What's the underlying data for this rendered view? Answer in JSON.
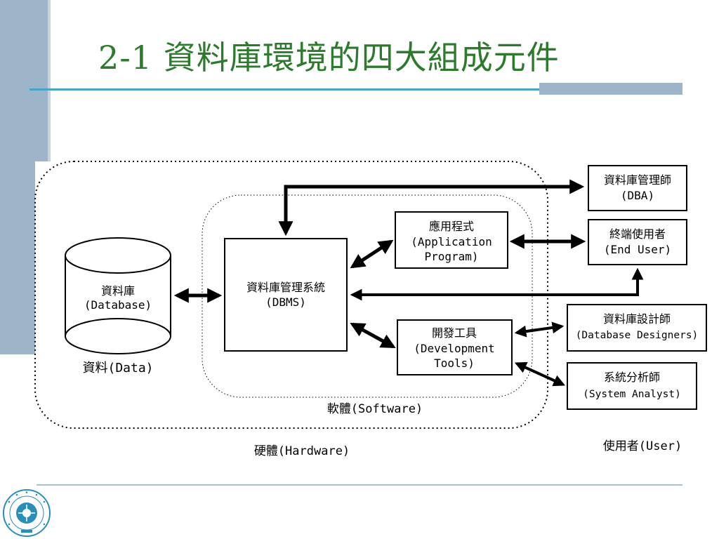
{
  "title": "2-1 資料庫環境的四大組成元件",
  "diagram": {
    "database": {
      "label_zh": "資料庫",
      "label_en": "(Database)",
      "caption": "資料(Data)"
    },
    "dbms": {
      "label_zh": "資料庫管理系統",
      "label_en": "(DBMS)"
    },
    "application": {
      "label_zh": "應用程式",
      "label_en_1": "(Application",
      "label_en_2": "Program)"
    },
    "devtools": {
      "label_zh": "開發工具",
      "label_en_1": "(Development",
      "label_en_2": "Tools)"
    },
    "software_label": "軟體(Software)",
    "hardware_label": "硬體(Hardware)",
    "users": {
      "dba": {
        "label_zh": "資料庫管理師",
        "label_en": "(DBA)"
      },
      "end_user": {
        "label_zh": "終端使用者",
        "label_en": "(End User)"
      },
      "designers": {
        "label_zh": "資料庫設計師",
        "label_en": "(Database Designers)"
      },
      "analyst": {
        "label_zh": "系統分析師",
        "label_en": "(System Analyst)"
      },
      "group_label": "使用者(User)"
    }
  },
  "colors": {
    "title": "#2c7a2c",
    "band": "#9db4c9",
    "rule": "#4aa3c9",
    "logo": "#2a8fb8"
  }
}
